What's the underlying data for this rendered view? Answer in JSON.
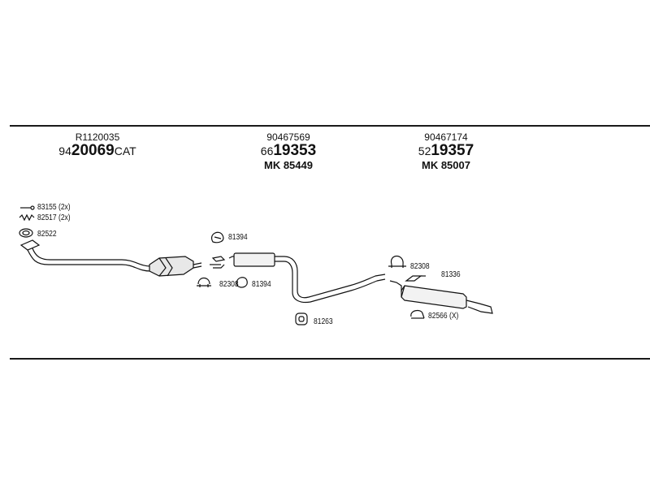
{
  "columns": [
    {
      "ref": "R1120035",
      "prefix": "94",
      "number": "20069",
      "suffix": "CAT",
      "mk": ""
    },
    {
      "ref": "90467569",
      "prefix": "66",
      "number": "19353",
      "suffix": "",
      "mk": "MK 85449"
    },
    {
      "ref": "90467174",
      "prefix": "52",
      "number": "19357",
      "suffix": "",
      "mk": "MK 85007"
    }
  ],
  "parts": {
    "p83155": "83155 (2x)",
    "p82517": "82517 (2x)",
    "p82522": "82522",
    "p81394a": "81394",
    "p82308a": "82308",
    "p81394b": "81394",
    "p81263": "81263",
    "p82308b": "82308",
    "p81336": "81336",
    "p82566": "82566 (X)"
  }
}
